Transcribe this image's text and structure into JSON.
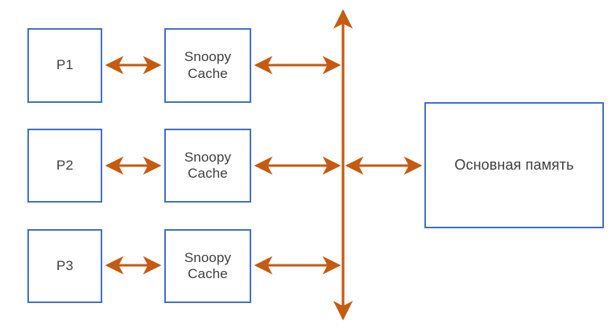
{
  "diagram": {
    "title": "Snoopy cache coherence bus diagram",
    "background_color": "#ffffff",
    "box_border_color": "#4472c4",
    "connector_color": "#c55a11",
    "text_color": "#3f3f3f"
  },
  "processors": [
    {
      "label": "P1"
    },
    {
      "label": "P2"
    },
    {
      "label": "P3"
    }
  ],
  "caches": [
    {
      "label": "Snoopy\nCache"
    },
    {
      "label": "Snoopy\nCache"
    },
    {
      "label": "Snoopy\nCache"
    }
  ],
  "memory": {
    "label": "Основная память"
  },
  "bus": {
    "orientation": "vertical",
    "arrowheads": "both"
  },
  "connections": [
    {
      "from": "P1",
      "to": "Snoopy Cache 1",
      "arrowheads": "both"
    },
    {
      "from": "Snoopy Cache 1",
      "to": "Bus",
      "arrowheads": "both"
    },
    {
      "from": "P2",
      "to": "Snoopy Cache 2",
      "arrowheads": "both"
    },
    {
      "from": "Snoopy Cache 2",
      "to": "Bus",
      "arrowheads": "both"
    },
    {
      "from": "P3",
      "to": "Snoopy Cache 3",
      "arrowheads": "both"
    },
    {
      "from": "Snoopy Cache 3",
      "to": "Bus",
      "arrowheads": "both"
    },
    {
      "from": "Bus",
      "to": "Основная память",
      "arrowheads": "both"
    }
  ]
}
